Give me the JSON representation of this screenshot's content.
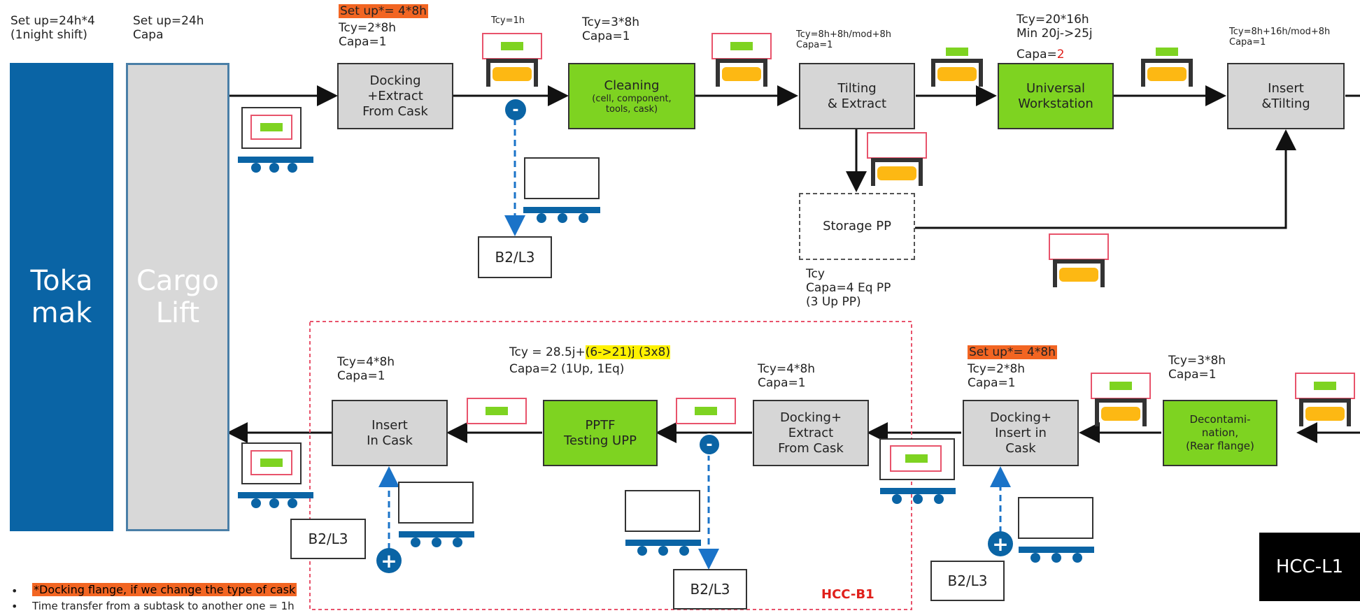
{
  "top_notes": {
    "tokamak_setup": "Set up=24h*4\n(1night shift)",
    "cargo_setup": "Set up=24h\nCapa",
    "docking_setup": "Set up*= 4*8h",
    "docking_tcy": "Tcy=2*8h\nCapa=1",
    "pallet1_tcy": "Tcy=1h",
    "cleaning_tcy": "Tcy=3*8h\nCapa=1",
    "tilting_tcy": "Tcy=8h+8h/mod+8h\nCapa=1",
    "universal_tcy_a": "Tcy=20*16h\nMin 20j->25j",
    "universal_capa_prefix": "Capa=",
    "universal_capa_value": "2",
    "insert_tilting_tcy": "Tcy=8h+16h/mod+8h\nCapa=1",
    "storage_notes": "Tcy\nCapa=4 Eq PP\n(3 Up PP)"
  },
  "big_blocks": {
    "tokamak": "Toka\nmak",
    "cargo": "Cargo\nLift"
  },
  "top_boxes": {
    "docking_extract": "Docking\n+Extract\nFrom Cask",
    "cleaning_title": "Cleaning",
    "cleaning_sub": "(cell, component,\ntools, cask)",
    "tilting_extract": "Tilting\n& Extract",
    "universal": "Universal\nWorkstation",
    "insert_tilting": "Insert\n&Tilting",
    "storage_pp": "Storage PP"
  },
  "bottom_notes": {
    "insert_tcy": "Tcy=4*8h\nCapa=1",
    "pptf_tcy_prefix": "Tcy = 28.5j+",
    "pptf_tcy_hl": "(6->21)j (3x8)",
    "pptf_capa": "Capa=2 (1Up, 1Eq)",
    "docking_extract_tcy": "Tcy=4*8h\nCapa=1",
    "docking_insert_setup": "Set up*= 4*8h",
    "docking_insert_tcy": "Tcy=2*8h\nCapa=1",
    "decon_tcy": "Tcy=3*8h\nCapa=1"
  },
  "bottom_boxes": {
    "insert_in_cask": "Insert\nIn Cask",
    "pptf": "PPTF\nTesting UPP",
    "docking_extract": "Docking+\nExtract\nFrom Cask",
    "docking_insert": "Docking+\nInsert in\nCask",
    "decontamination": "Decontami-\nnation,\n(Rear flange)"
  },
  "destinations": {
    "b2l3_top": "B2/L3",
    "b2l3_bottom_left": "B2/L3",
    "b2l3_bottom_mid": "B2/L3",
    "b2l3_bottom_right": "B2/L3"
  },
  "symbols": {
    "minus": "-",
    "plus": "+"
  },
  "zones": {
    "hcc_b1": "HCC-B1",
    "hcc_l1": "HCC-L1"
  },
  "footnotes": {
    "bullet": "•",
    "note1": "*Docking flange, if we change the type of cask",
    "note2": "Time transfer from a subtask to another one = 1h"
  },
  "colors": {
    "blue": "#0a64a5",
    "green": "#7ed321",
    "grey": "#d6d6d6",
    "yellow": "#fdb813",
    "orange": "#f26522",
    "pink": "#e8536b"
  }
}
